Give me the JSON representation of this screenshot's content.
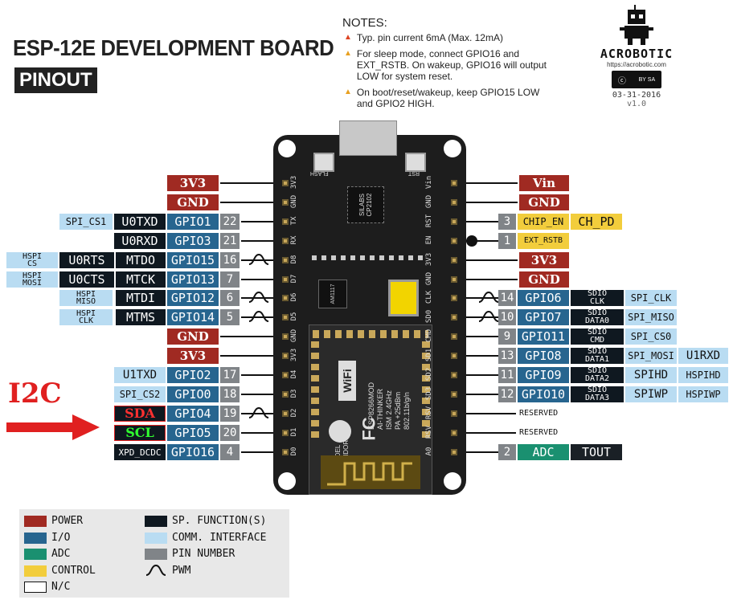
{
  "title": "ESP-12E DEVELOPMENT BOARD",
  "subtitle": "PINOUT",
  "notes": {
    "heading": "NOTES:",
    "items": [
      "Typ. pin current 6mA (Max. 12mA)",
      "For sleep mode, connect GPIO16 and EXT_RSTB. On wakeup, GPIO16 will output LOW for system reset.",
      "On boot/reset/wakeup, keep GPIO15 LOW and GPIO2 HIGH."
    ]
  },
  "brand": {
    "name": "ACROBOTIC",
    "url": "https://acrobotic.com",
    "license": "BY SA",
    "date": "03-31-2016",
    "version": "v1.0"
  },
  "colors": {
    "power": "#a02a22",
    "io": "#27658f",
    "adc": "#1a9070",
    "control": "#f2cd3c",
    "special": "#0f1820",
    "comm": "#b9dcf2",
    "number": "#808488",
    "pcb": "#1d1d1d",
    "annotation": "#e02020"
  },
  "board": {
    "buttons": [
      "FLASH",
      "RST"
    ],
    "chip": [
      "SILABS",
      "CP2102"
    ],
    "regulator": "AM1117",
    "module": [
      "ESP8266MOD",
      "AI-THINKER",
      "ISM 2.4GHz",
      "PA +25dBm",
      "802.11b/g/n"
    ],
    "module_side": [
      "MODEL",
      "VENDOR"
    ],
    "wifi": "WiFi",
    "fcc": "FC",
    "left_silk": [
      "3V3",
      "GND",
      "TX",
      "RX",
      "D8",
      "D7",
      "D6",
      "D5",
      "GND",
      "3V3",
      "D4",
      "D3",
      "D2",
      "D1",
      "D0"
    ],
    "right_silk": [
      "Vin",
      "GND",
      "RST",
      "EN",
      "3V3",
      "GND",
      "CLK",
      "SD0",
      "CMD",
      "SD1",
      "SD2",
      "SD3",
      "RSV",
      "RSV",
      "A0"
    ]
  },
  "left_rows": [
    {
      "power": "3V3"
    },
    {
      "power": "GND"
    },
    {
      "comm": "SPI_CS1",
      "spf": "U0TXD",
      "gpio": "GPIO1",
      "num": "22"
    },
    {
      "spf": "U0RXD",
      "gpio": "GPIO3",
      "num": "21"
    },
    {
      "comm2": [
        "HSPI",
        "CS"
      ],
      "spf": "U0RTS",
      "spf2": "MTDO",
      "gpio": "GPIO15",
      "num": "16",
      "pwm": true
    },
    {
      "comm2": [
        "HSPI",
        "MOSI"
      ],
      "spf": "U0CTS",
      "spf2": "MTCK",
      "gpio": "GPIO13",
      "num": "7"
    },
    {
      "comm2": [
        "HSPI",
        "MISO"
      ],
      "spf2": "MTDI",
      "gpio": "GPIO12",
      "num": "6",
      "pwm": true
    },
    {
      "comm2": [
        "HSPI",
        "CLK"
      ],
      "spf2": "MTMS",
      "gpio": "GPIO14",
      "num": "5",
      "pwm": true
    },
    {
      "power": "GND"
    },
    {
      "power": "3V3"
    },
    {
      "comm": "U1TXD",
      "gpio": "GPIO2",
      "num": "17"
    },
    {
      "comm": "SPI_CS2",
      "gpio": "GPIO0",
      "num": "18"
    },
    {
      "i2c": "SDA",
      "gpio": "GPIO4",
      "num": "19",
      "pwm": true
    },
    {
      "i2c": "SCL",
      "gpio": "GPIO5",
      "num": "20"
    },
    {
      "spf": "XPD_DCDC",
      "gpio": "GPIO16",
      "num": "4"
    }
  ],
  "right_rows": [
    {
      "power": "Vin"
    },
    {
      "power": "GND"
    },
    {
      "num": "3",
      "ctrl": "CHIP_EN",
      "ctrl2": "CH_PD"
    },
    {
      "num": "1",
      "ctrl": "EXT_RSTB"
    },
    {
      "power": "3V3"
    },
    {
      "power": "GND"
    },
    {
      "num": "14",
      "gpio": "GPIO6",
      "spf": [
        "SDIO",
        "CLK"
      ],
      "comm": "SPI_CLK",
      "pwm": true
    },
    {
      "num": "10",
      "gpio": "GPIO7",
      "spf": [
        "SDIO",
        "DATA0"
      ],
      "comm": "SPI_MISO",
      "pwm": true
    },
    {
      "num": "9",
      "gpio": "GPIO11",
      "spf": [
        "SDIO",
        "CMD"
      ],
      "comm": "SPI_CS0"
    },
    {
      "num": "13",
      "gpio": "GPIO8",
      "spf": [
        "SDIO",
        "DATA1"
      ],
      "comm": "SPI_MOSI",
      "comm2": "U1RXD"
    },
    {
      "num": "11",
      "gpio": "GPIO9",
      "spf": [
        "SDIO",
        "DATA2"
      ],
      "comm": "SPIHD",
      "comm2": "HSPIHD"
    },
    {
      "num": "12",
      "gpio": "GPIO10",
      "spf": [
        "SDIO",
        "DATA3"
      ],
      "comm": "SPIWP",
      "comm2": "HSPIWP"
    },
    {
      "text": "RESERVED"
    },
    {
      "text": "RESERVED"
    },
    {
      "num": "2",
      "adc": "ADC",
      "spf": "TOUT"
    }
  ],
  "annotation": {
    "label": "I2C"
  },
  "legend": [
    {
      "label": "POWER",
      "type": "power"
    },
    {
      "label": "I/O",
      "type": "io"
    },
    {
      "label": "ADC",
      "type": "adc"
    },
    {
      "label": "CONTROL",
      "type": "ctrl"
    },
    {
      "label": "N/C",
      "type": "nc"
    },
    {
      "label": "SP. FUNCTION(S)",
      "type": "spf"
    },
    {
      "label": "COMM. INTERFACE",
      "type": "comm"
    },
    {
      "label": "PIN NUMBER",
      "type": "num"
    },
    {
      "label": "PWM",
      "type": "pwm"
    }
  ]
}
